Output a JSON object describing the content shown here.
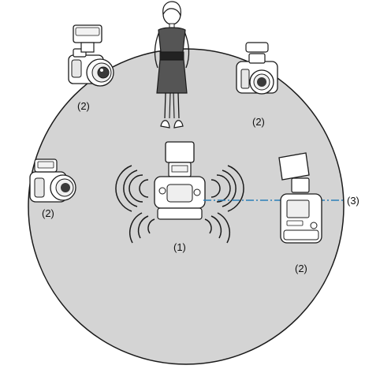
{
  "diagram": {
    "labels": {
      "master": "(1)",
      "slave": "(2)",
      "range": "(3)"
    },
    "colors": {
      "range_area": "#d4d4d4",
      "outline": "#1a1a1a",
      "dash_line": "#2d7fb8",
      "camera_body": "#ffffff",
      "dress": "#555555",
      "belt": "#222222"
    }
  }
}
